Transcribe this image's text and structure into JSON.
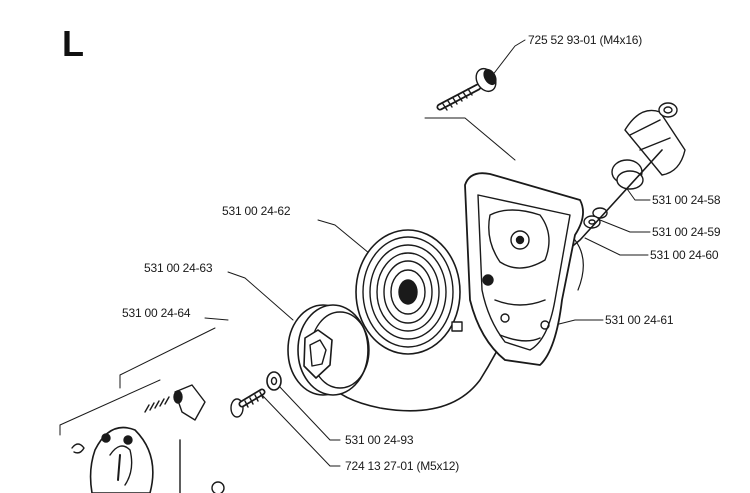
{
  "section": "L",
  "parts": [
    {
      "id": "p1",
      "number": "725 52 93-01 (M4x16)"
    },
    {
      "id": "p2",
      "number": "531 00 24-58"
    },
    {
      "id": "p3",
      "number": "531 00 24-59"
    },
    {
      "id": "p4",
      "number": "531 00 24-60"
    },
    {
      "id": "p5",
      "number": "531 00 24-61"
    },
    {
      "id": "p6",
      "number": "531 00 24-62"
    },
    {
      "id": "p7",
      "number": "531 00 24-63"
    },
    {
      "id": "p8",
      "number": "531 00 24-64"
    },
    {
      "id": "p9",
      "number": "531 00 24-93"
    },
    {
      "id": "p10",
      "number": "724 13 27-01 (M5x12)"
    }
  ],
  "colors": {
    "ink": "#1a1a1a",
    "paper": "#ffffff"
  }
}
